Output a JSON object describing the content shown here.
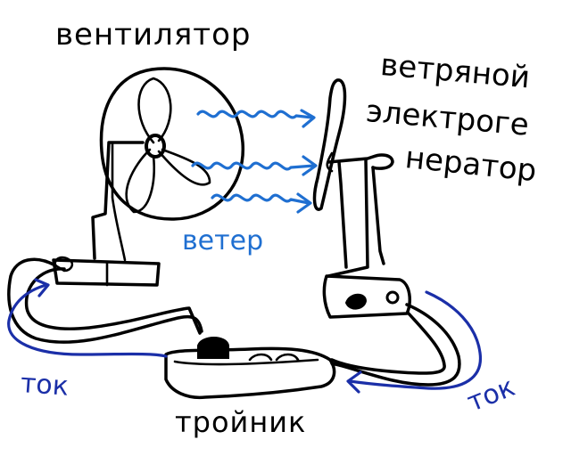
{
  "labels": {
    "fan": "вентилятор",
    "wind_generator_line1": "ветряной",
    "wind_generator_line2": "электроге",
    "wind_generator_line3": "нератор",
    "wind": "ветер",
    "current_left": "ток",
    "current_right": "ток",
    "splitter": "тройник"
  },
  "colors": {
    "ink": "#000000",
    "wind": "#1f6fd1",
    "current": "#1b2fa8",
    "background": "#ffffff"
  }
}
